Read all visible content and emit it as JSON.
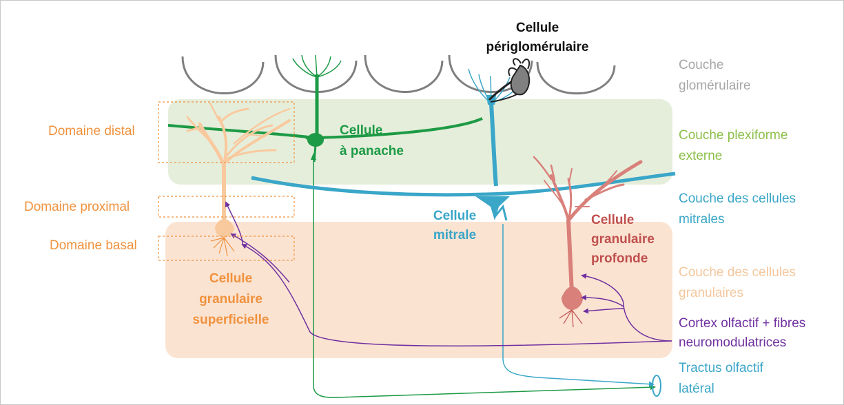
{
  "layers": {
    "glomerular": "Couche\nglomérulaire",
    "plexiform": "Couche plexiforme\nexterne",
    "mitral_layer": "Couche des cellules\nmitrales",
    "granular_layer": "Couche des cellules\ngranulaires",
    "cortex": "Cortex olfactif + fibres\nneuromodulatrices",
    "tract": "Tractus olfactif\nlatéral"
  },
  "domains": {
    "distal": "Domaine distal",
    "proximal": "Domaine proximal",
    "basal": "Domaine basal"
  },
  "cells": {
    "periglomerular": "Cellule\npériglomérulaire",
    "tufted": "Cellule\nà panache",
    "mitral": "Cellule\nmitrale",
    "deep_granule": "Cellule\ngranulaire\nprofonde",
    "superficial_granule": "Cellule\ngranulaire\nsuperficielle"
  },
  "colors": {
    "superficial_granule": "#f0923e",
    "tufted": "#1d9a45",
    "mitral": "#3aa6c8",
    "deep_granule": "#c0504d",
    "cortex_fibers": "#7030a0",
    "glomerular": "#a6a6a6",
    "plexiform": "#8cbf4a",
    "granular": "#f4c79e"
  }
}
